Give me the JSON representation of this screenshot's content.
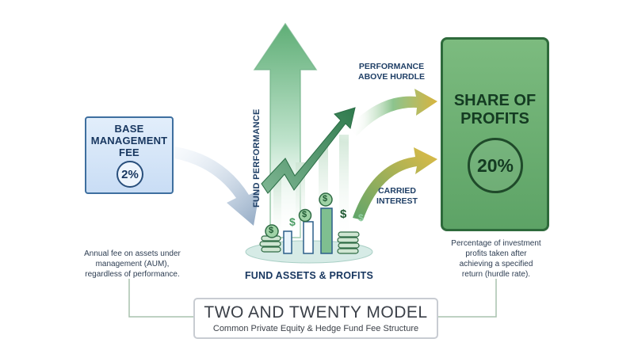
{
  "base_fee": {
    "title_line1": "BASE",
    "title_line2": "MANAGEMENT",
    "title_line3": "FEE",
    "percent": "2%",
    "desc_line1": "Annual fee on assets under",
    "desc_line2": "management (AUM),",
    "desc_line3": "regardless of performance."
  },
  "profit_share": {
    "title_line1": "SHARE OF",
    "title_line2": "PROFITS",
    "percent": "20%",
    "desc_line1": "Percentage of investment",
    "desc_line2": "profits taken after",
    "desc_line3": "achieving a specified",
    "desc_line4": "return (hurdle rate)."
  },
  "labels": {
    "performance_line1": "PERFORMANCE",
    "performance_line2": "ABOVE HURDLE",
    "carried_line1": "CARRIED",
    "carried_line2": "INTEREST",
    "fund_performance": "FUND PERFORMANCE",
    "fund_assets": "FUND ASSETS & PROFITS"
  },
  "model": {
    "title": "TWO AND TWENTY MODEL",
    "subtitle": "Common Private Equity & Hedge Fund Fee Structure"
  },
  "icons": {
    "dollar_glyph": "$"
  },
  "colors": {
    "navy": "#17365f",
    "base_fill": "#c9ddf5",
    "profit_fill": "#6aac70",
    "profit_border": "#2e6a3b",
    "arrow_green": "#5ea56a",
    "arrow_gold": "#d9b13b",
    "connector": "#9fb7a3"
  }
}
